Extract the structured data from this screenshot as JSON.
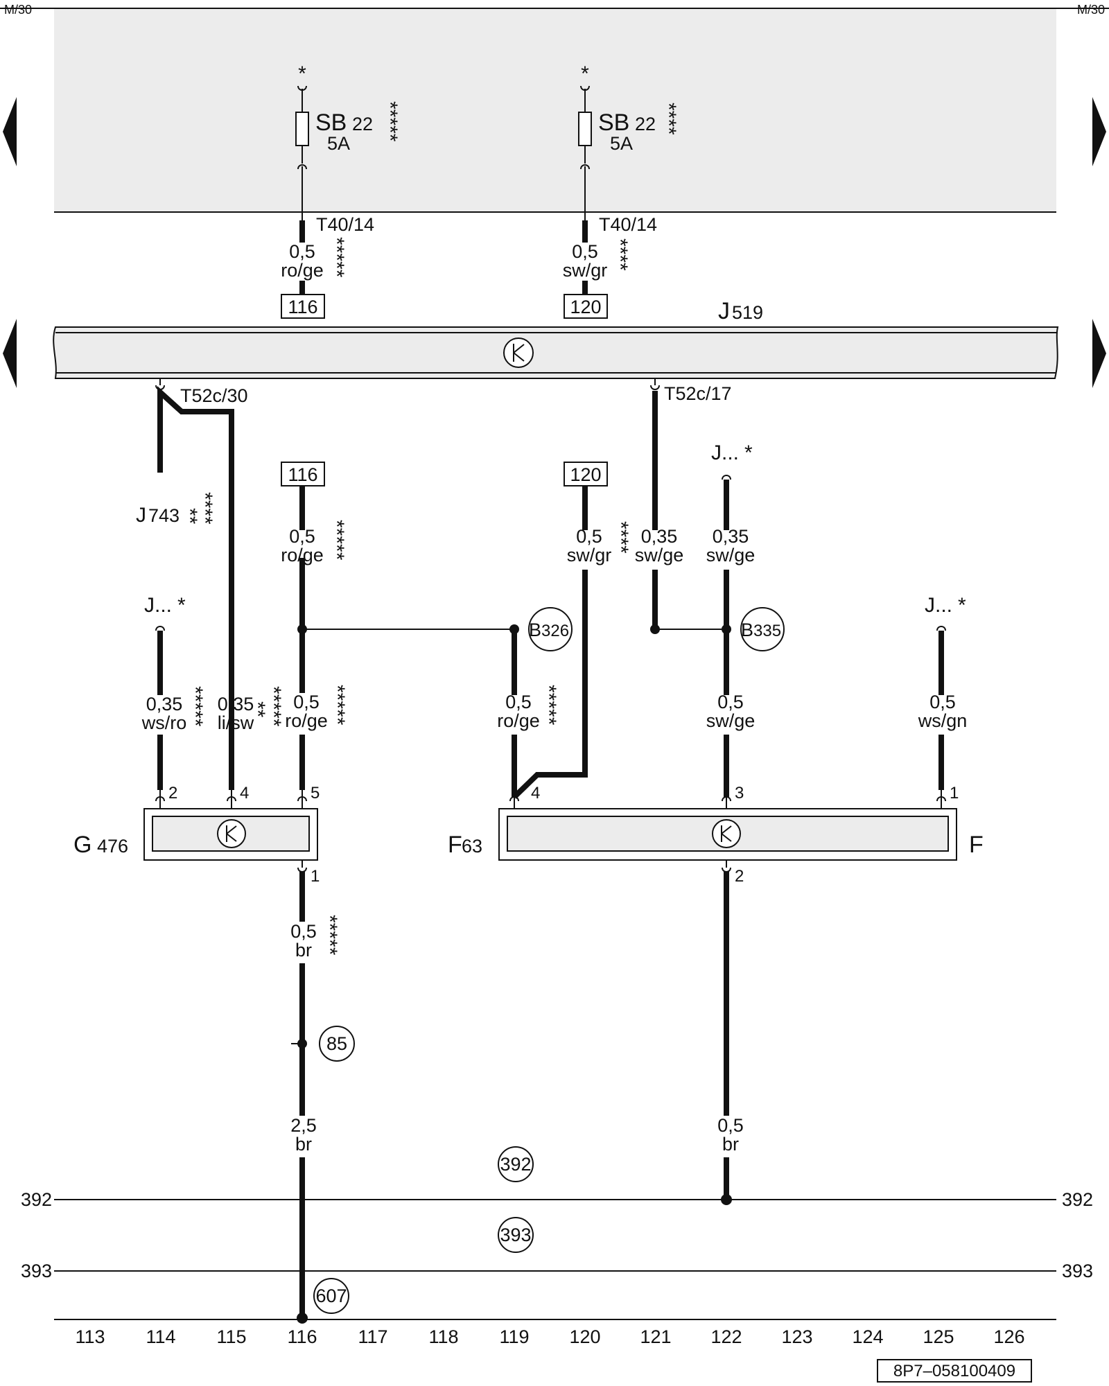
{
  "header": {
    "left_tag": "M/30",
    "right_tag": "M/30"
  },
  "fuses": [
    {
      "star": "*",
      "name": "SB",
      "sub": "22",
      "rating": "5A",
      "asterisks": "*****"
    },
    {
      "star": "*",
      "name": "SB",
      "sub": "22",
      "rating": "5A",
      "asterisks": "****"
    }
  ],
  "top_wires": [
    {
      "connector": "T40/14",
      "gauge": "0,5",
      "color": "ro/ge",
      "ref": "116",
      "asterisks": "*****"
    },
    {
      "connector": "T40/14",
      "gauge": "0,5",
      "color": "sw/gr",
      "ref": "120",
      "asterisks": "****"
    }
  ],
  "bus": {
    "name": "J",
    "sub": "519",
    "left_connector": "T52c/30",
    "right_connector": "T52c/17"
  },
  "j743": {
    "name": "J",
    "sub": "743",
    "asterisks_left": "**",
    "asterisks_right": "****"
  },
  "refs_mid": [
    "116",
    "120"
  ],
  "mid_wires": [
    {
      "gauge": "0,5",
      "color": "ro/ge",
      "asterisks": "*****"
    },
    {
      "gauge": "0,5",
      "color": "sw/gr",
      "asterisks": "****"
    },
    {
      "gauge": "0,35",
      "color": "sw/ge"
    },
    {
      "gauge": "0,35",
      "color": "sw/ge"
    }
  ],
  "j_star": [
    {
      "name": "J...",
      "star": "*"
    },
    {
      "name": "J...",
      "star": "*"
    },
    {
      "name": "J...",
      "star": "*"
    }
  ],
  "splices": [
    {
      "name": "B",
      "sub": "326"
    },
    {
      "name": "B",
      "sub": "335"
    }
  ],
  "low_wires": [
    {
      "gauge": "0,35",
      "color": "ws/ro",
      "asterisks": "*****"
    },
    {
      "gauge": "0,35",
      "color": "li/sw",
      "asterisks": "*****",
      "extra": "**"
    },
    {
      "gauge": "0,5",
      "color": "ro/ge",
      "asterisks": "*****"
    },
    {
      "gauge": "0,5",
      "color": "ro/ge",
      "asterisks": "*****"
    },
    {
      "gauge": "0,5",
      "color": "sw/ge"
    },
    {
      "gauge": "0,5",
      "color": "ws/gn"
    }
  ],
  "pins": [
    "2",
    "4",
    "5",
    "4",
    "3",
    "1",
    "1",
    "2"
  ],
  "components": [
    {
      "name": "G",
      "sub": "476"
    },
    {
      "name": "F",
      "sub": "63"
    },
    {
      "name": "F",
      "sub": ""
    }
  ],
  "bottom_wires": [
    {
      "gauge": "0,5",
      "color": "br",
      "asterisks": "*****"
    },
    {
      "gauge": "2,5",
      "color": "br"
    },
    {
      "gauge": "0,5",
      "color": "br"
    }
  ],
  "ground_points": [
    "85",
    "392",
    "393",
    "607"
  ],
  "rails": [
    "392",
    "393"
  ],
  "columns": [
    "113",
    "114",
    "115",
    "116",
    "117",
    "118",
    "119",
    "120",
    "121",
    "122",
    "123",
    "124",
    "125",
    "126"
  ],
  "doc_id": "8P7–058100409"
}
